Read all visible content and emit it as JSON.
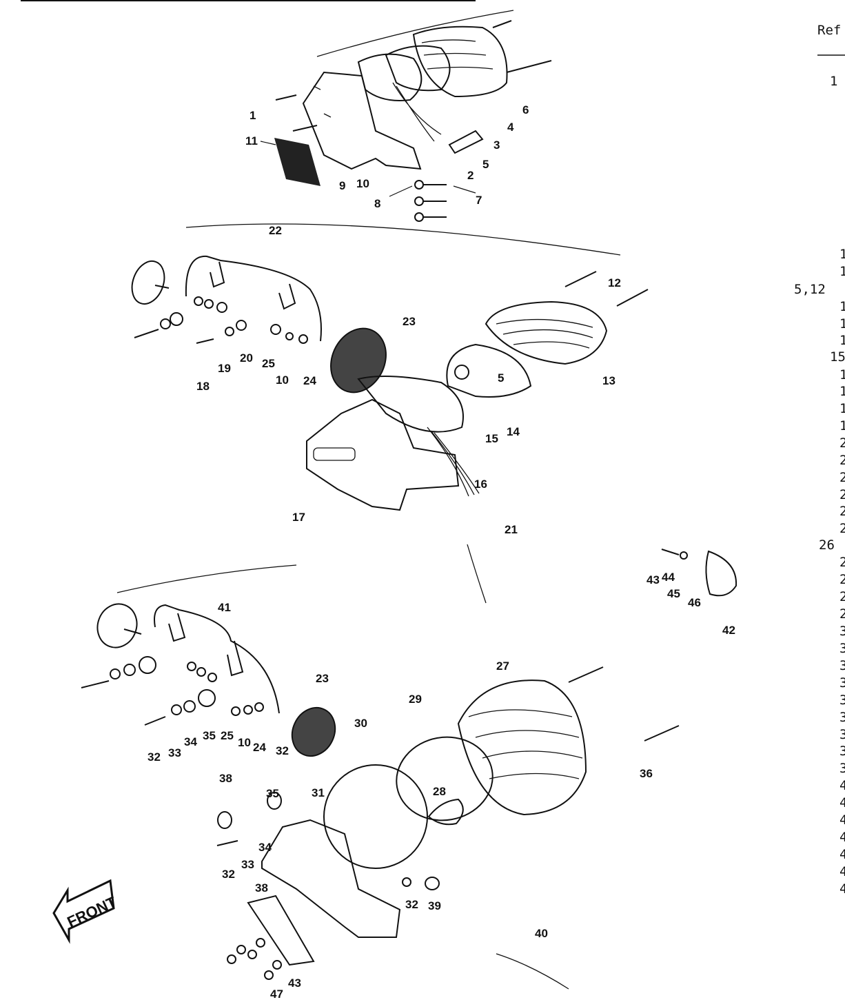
{
  "header": {
    "ref_label": "Ref"
  },
  "right_column": {
    "entries": [
      "1",
      "1",
      "1",
      "5,12",
      "1",
      "1",
      "1",
      "15",
      "1",
      "1",
      "1",
      "1",
      "2",
      "2",
      "2",
      "2",
      "2",
      "2",
      "26",
      "2",
      "2",
      "2",
      "2",
      "3",
      "3",
      "3",
      "3",
      "3",
      "3",
      "3",
      "3",
      "3",
      "4",
      "4",
      "4",
      "4",
      "4",
      "4",
      "4"
    ]
  },
  "callouts": {
    "top": [
      "1",
      "11",
      "9",
      "10",
      "2",
      "5",
      "3",
      "4",
      "6",
      "8",
      "7"
    ],
    "middle": [
      "22",
      "12",
      "23",
      "18",
      "19",
      "20",
      "25",
      "10",
      "24",
      "5",
      "13",
      "14",
      "15",
      "16",
      "17",
      "21",
      "43",
      "44",
      "45",
      "46",
      "42"
    ],
    "bottom": [
      "41",
      "23",
      "27",
      "29",
      "30",
      "32",
      "33",
      "34",
      "35",
      "25",
      "10",
      "24",
      "32",
      "36",
      "38",
      "35",
      "31",
      "28",
      "32",
      "33",
      "34",
      "38",
      "32",
      "39",
      "40",
      "43",
      "47"
    ]
  },
  "front_label": "FRONT"
}
